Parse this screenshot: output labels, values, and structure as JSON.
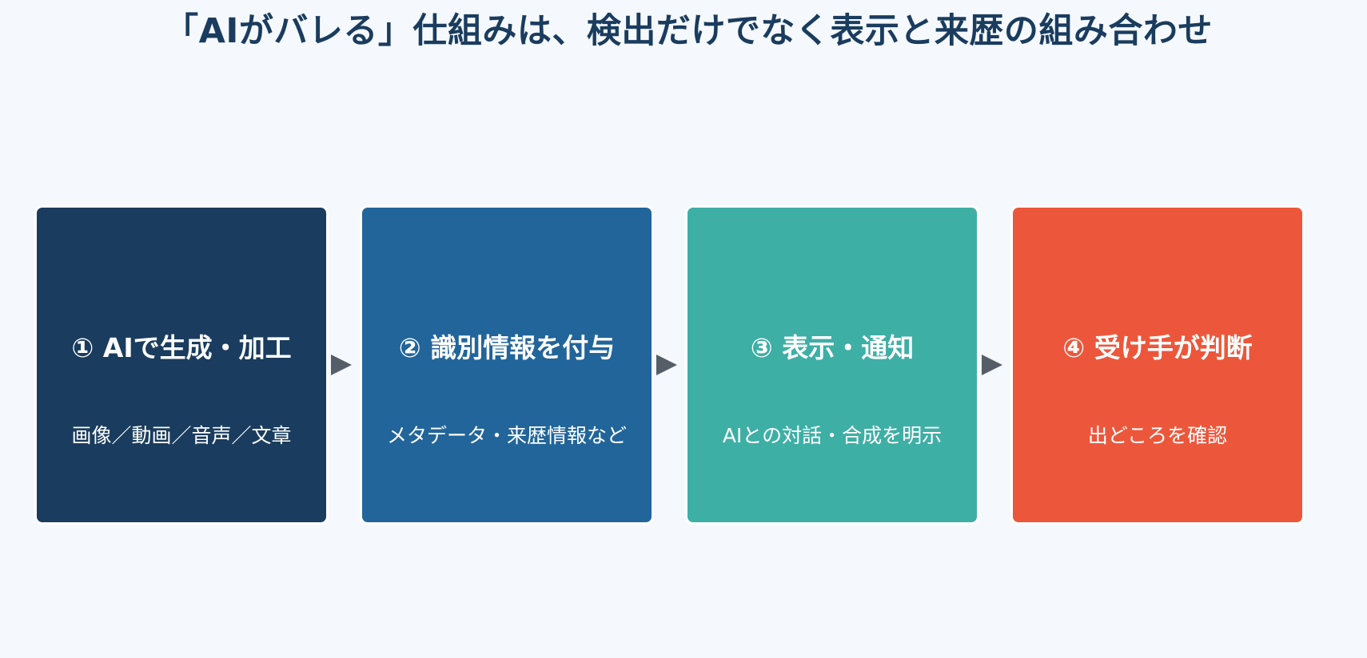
{
  "title": "「AIがバレる」仕組みは、検出だけでなく表示と来歴の組み合わせ",
  "steps": [
    {
      "heading": "① AIで生成・加工",
      "description": "画像／動画／音声／文章",
      "color": "#1a3c5e"
    },
    {
      "heading": "② 識別情報を付与",
      "description": "メタデータ・来歴情報など",
      "color": "#21659a"
    },
    {
      "heading": "③ 表示・通知",
      "description": "AIとの対話・合成を明示",
      "color": "#3eafa5"
    },
    {
      "heading": "④ 受け手が判断",
      "description": "出どころを確認",
      "color": "#ec573b"
    }
  ],
  "colors": {
    "background": "#f5f9fd",
    "title": "#1a3c5e",
    "arrow": "#555e68"
  }
}
